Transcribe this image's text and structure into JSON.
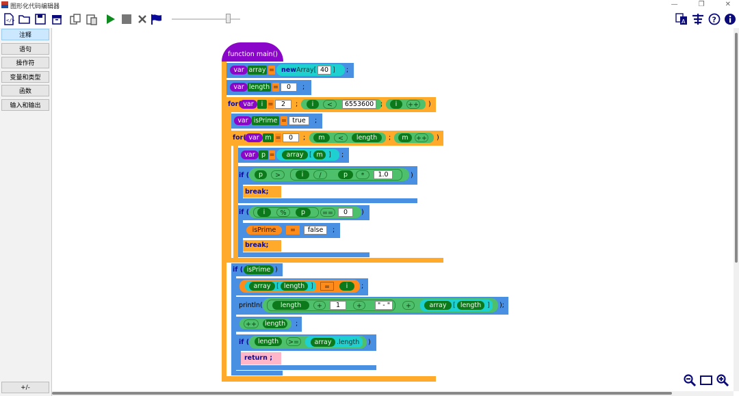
{
  "window": {
    "title": "图形化代码编辑器",
    "minimize": "—",
    "restore": "❐",
    "close": "✕"
  },
  "toolbar": {
    "icons": [
      "new-code-icon",
      "open-folder-icon",
      "save-icon",
      "archive-icon",
      "copy-icon",
      "paste-icon",
      "run-icon",
      "stop-icon",
      "clear-icon",
      "flag-icon"
    ],
    "right_icons": [
      "translate-icon",
      "debug-icon",
      "help-icon",
      "info-icon"
    ],
    "speed_level": 0.82
  },
  "sidebar": {
    "items": [
      {
        "label": "注释",
        "active": true
      },
      {
        "label": "语句"
      },
      {
        "label": "操作符"
      },
      {
        "label": "变量和类型"
      },
      {
        "label": "函数"
      },
      {
        "label": "输入和输出"
      }
    ],
    "bottom_label": "+/-"
  },
  "code": {
    "fn_header": "function main()",
    "var": "var",
    "array": "array",
    "eq": "=",
    "new_array": "new",
    "array_ctor": "Array[",
    "n40": "40",
    "close_bracket": "]",
    "semi": ";",
    "length": "length",
    "zero": "0",
    "for": "for(",
    "i": "i",
    "two": "2",
    "lt": "<",
    "big": "6553600",
    "inc": "++",
    "rparen": ")",
    "isPrime": "isPrime",
    "true": "true",
    "m": "m",
    "p": "p",
    "lbracket": "[",
    "if": "if (",
    "gt": ">",
    "div": "/",
    "mul": "*",
    "one_point": "1.0",
    "break": "break;",
    "mod": "%",
    "eqeq": "==",
    "false": "false",
    "println": "println(",
    "plus": "+",
    "one": "1",
    "dash_str": "\" - \"",
    "close_call": ");",
    "gte": ">=",
    "dot_length": ".length",
    "return": "return ;"
  },
  "zoom": {
    "icons": [
      "zoom-out-icon",
      "zoom-fit-icon",
      "zoom-in-icon"
    ]
  }
}
